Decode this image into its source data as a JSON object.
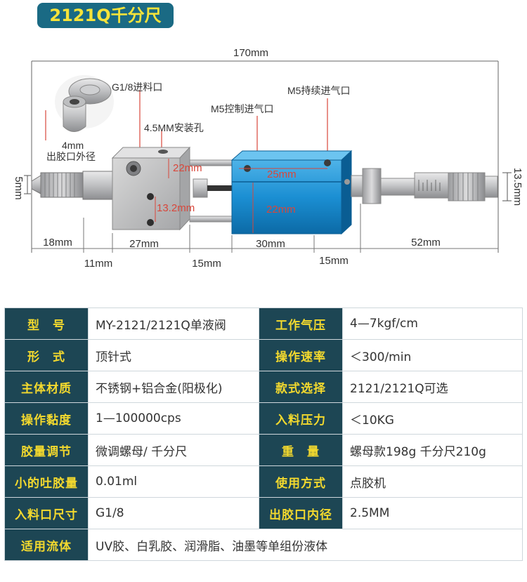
{
  "title": "2121Q千分尺",
  "diagram": {
    "overall_length": "170mm",
    "callouts": {
      "inlet_port": "G1/8进料口",
      "mount_hole": "4.5MM安装孔",
      "control_air": "M5控制进气口",
      "continuous_air": "M5持续进气口",
      "outlet_od_value": "4mm",
      "outlet_od_label": "出胶口外径"
    },
    "inner_dims": {
      "block_height": "22mm",
      "hole_spacing": "13.2mm",
      "cylinder_top": "25mm",
      "cylinder_height": "22mm"
    },
    "side_dims": {
      "left_height": "5mm",
      "right_height": "13.5mm"
    },
    "bottom_dims_row1": [
      "18mm",
      "27mm",
      "30mm",
      "52mm"
    ],
    "bottom_dims_row2": [
      "11mm",
      "15mm",
      "15mm"
    ]
  },
  "specs": [
    {
      "label1": "型　号",
      "value1": "MY-2121/2121Q单液阀",
      "label2": "工作气压",
      "value2": "4—7kgf/cm"
    },
    {
      "label1": "形　式",
      "value1": "顶针式",
      "label2": "操作速率",
      "value2": "＜300/min"
    },
    {
      "label1": "主体材质",
      "value1": "不锈钢+铝合金(阳极化)",
      "label2": "款式选择",
      "value2": "2121/2121Q可选"
    },
    {
      "label1": "操作黏度",
      "value1": "1—100000cps",
      "label2": "入料压力",
      "value2": "＜10KG"
    },
    {
      "label1": "胶量调节",
      "value1": "微调螺母/ 千分尺",
      "label2": "重　量",
      "value2": "螺母款198g 千分尺210g"
    },
    {
      "label1": "小的吐胶量",
      "value1": "0.01ml",
      "label2": "使用方式",
      "value2": "点胶机"
    },
    {
      "label1": "入料口尺寸",
      "value1": "G1/8",
      "label2": "出胶口内径",
      "value2": "2.5MM"
    },
    {
      "label1": "适用流体",
      "value1": "UV胶、白乳胶、润滑脂、油墨等单组份液体"
    }
  ]
}
